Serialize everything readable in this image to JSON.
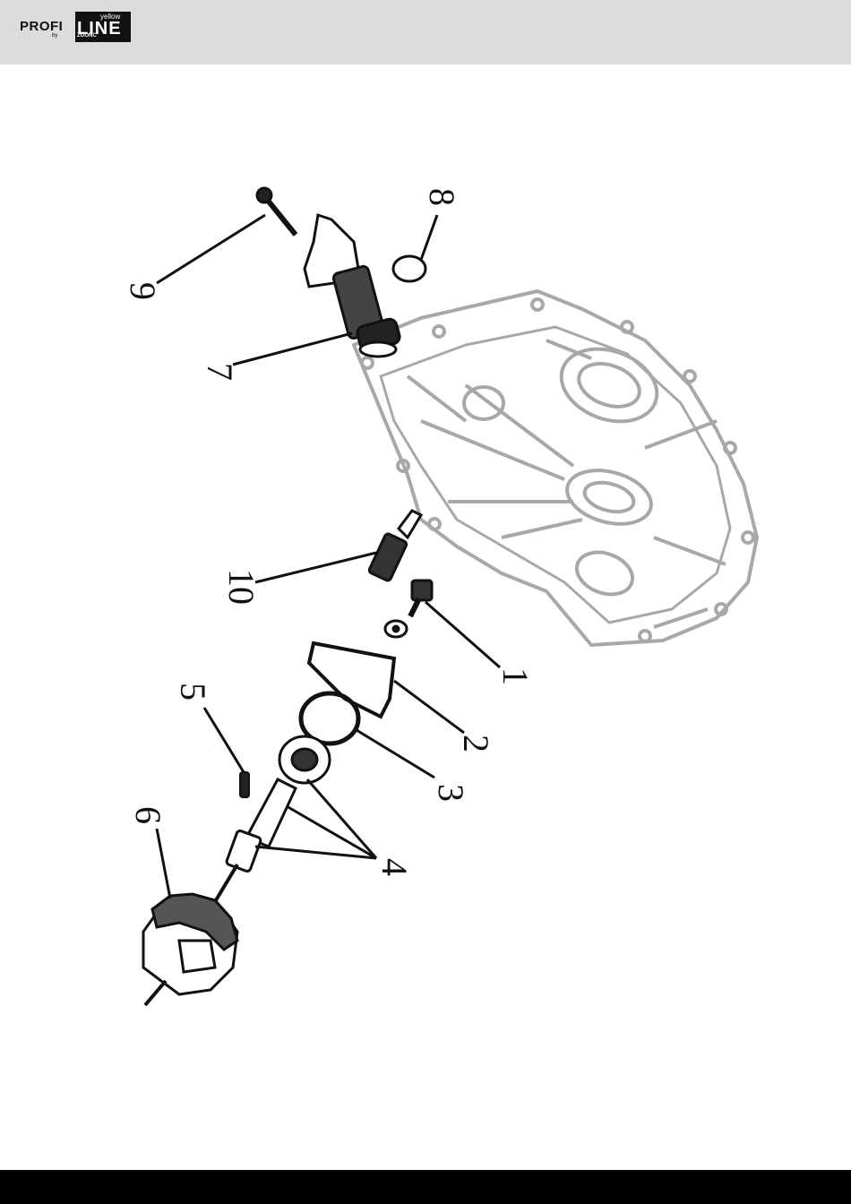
{
  "header": {
    "logo": {
      "profi": "PROFI",
      "yellow": "yellow",
      "line": "LINE",
      "by": "by",
      "brand": "ZGONC"
    }
  },
  "callouts": [
    "1",
    "2",
    "3",
    "4",
    "5",
    "6",
    "7",
    "8",
    "9",
    "10"
  ],
  "colors": {
    "header_bg": "#dcdcdc",
    "footer_bg": "#000000",
    "housing_gray": "#a8a8a8",
    "ink": "#111111"
  }
}
